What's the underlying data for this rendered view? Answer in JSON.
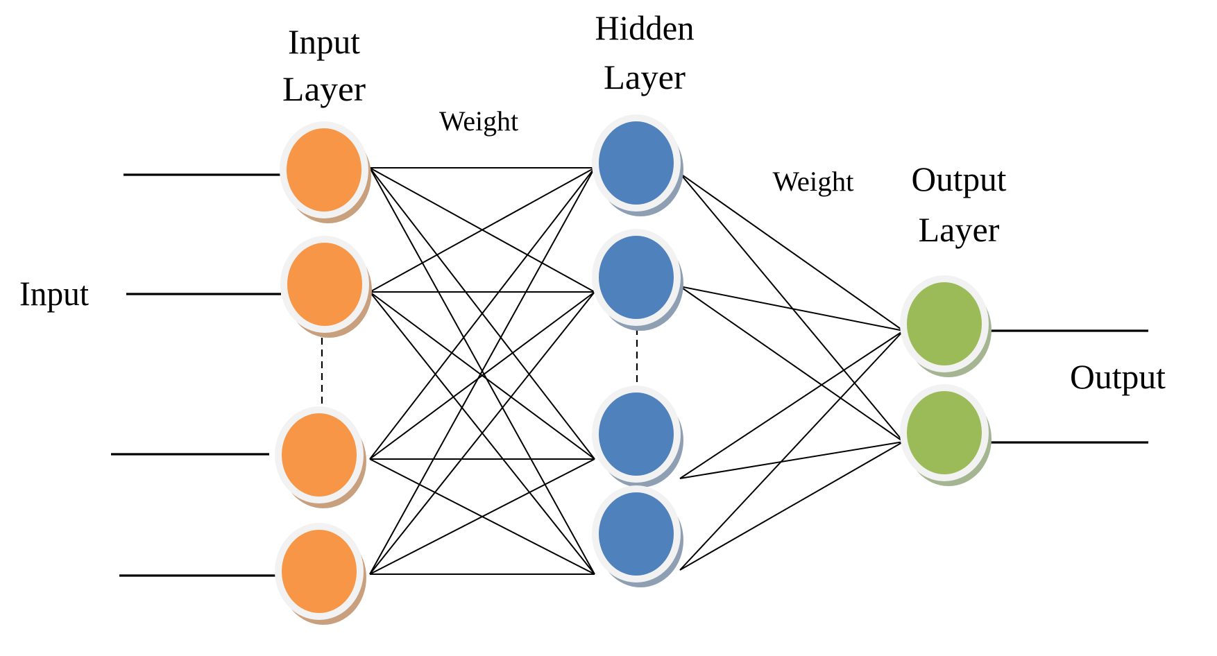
{
  "diagram": {
    "type": "feedforward-neural-network",
    "labels": {
      "input": "Input",
      "input_layer_line1": "Input",
      "input_layer_line2": "Layer",
      "hidden_layer_line1": "Hidden",
      "hidden_layer_line2": "Layer",
      "output_layer_line1": "Output",
      "output_layer_line2": "Layer",
      "weight_1": "Weight",
      "weight_2": "Weight",
      "output": "Output"
    },
    "layers": [
      {
        "name": "input",
        "visible_nodes": 4,
        "ellipsis_after_node": 2,
        "color": "#F79646",
        "shadow": "#C9A07E"
      },
      {
        "name": "hidden",
        "visible_nodes": 4,
        "ellipsis_after_node": 2,
        "color": "#4F81BD",
        "shadow": "#8F9FB3"
      },
      {
        "name": "output",
        "visible_nodes": 2,
        "color": "#9BBB59",
        "shadow": "#A5B592"
      }
    ],
    "connectivity": "fully-connected",
    "node_ring_color": "#F2F2F2",
    "edge_color": "#000000"
  }
}
